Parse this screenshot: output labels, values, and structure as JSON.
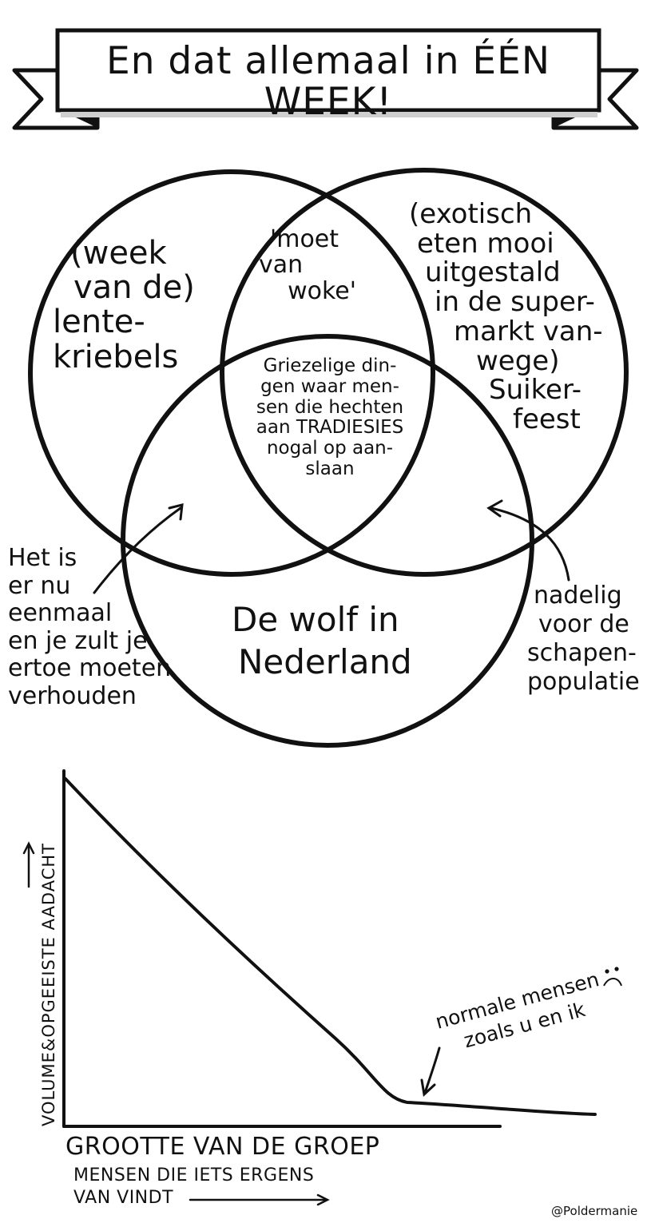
{
  "banner": {
    "title": "En dat allemaal in ÉÉN WEEK!"
  },
  "venn": {
    "left_circle": [
      "(week",
      "van de)",
      "lente-",
      "kriebels"
    ],
    "right_circle": [
      "(exotisch",
      "eten mooi",
      "uitgestald",
      "in de super-",
      "markt van-",
      "wege)",
      "Suiker-",
      "feest"
    ],
    "top_overlap": [
      "'moet",
      "van",
      "woke'"
    ],
    "center_overlap": [
      "Griezelige din-",
      "gen waar men-",
      "sen die hechten",
      "aan TRADIESIES",
      "nogal op aan-",
      "slaan"
    ],
    "bottom_circle": [
      "De wolf in",
      "Nederland"
    ],
    "left_annotation": [
      "Het is",
      "er nu",
      "eenmaal",
      "en je zult je",
      "ertoe moeten",
      "verhouden"
    ],
    "right_annotation": [
      "nadelig",
      "voor de",
      "schapen-",
      "populatie"
    ]
  },
  "graph": {
    "y_label": "VOLUME&OPGEEISTE AADACHT",
    "x_label": [
      "GROOTTE VAN DE GROEP",
      "MENSEN DIE IETS ERGENS",
      "VAN VINDT"
    ],
    "annotation": [
      "normale mensen",
      "zoals u en ik"
    ]
  },
  "signature": "@Poldermanie"
}
